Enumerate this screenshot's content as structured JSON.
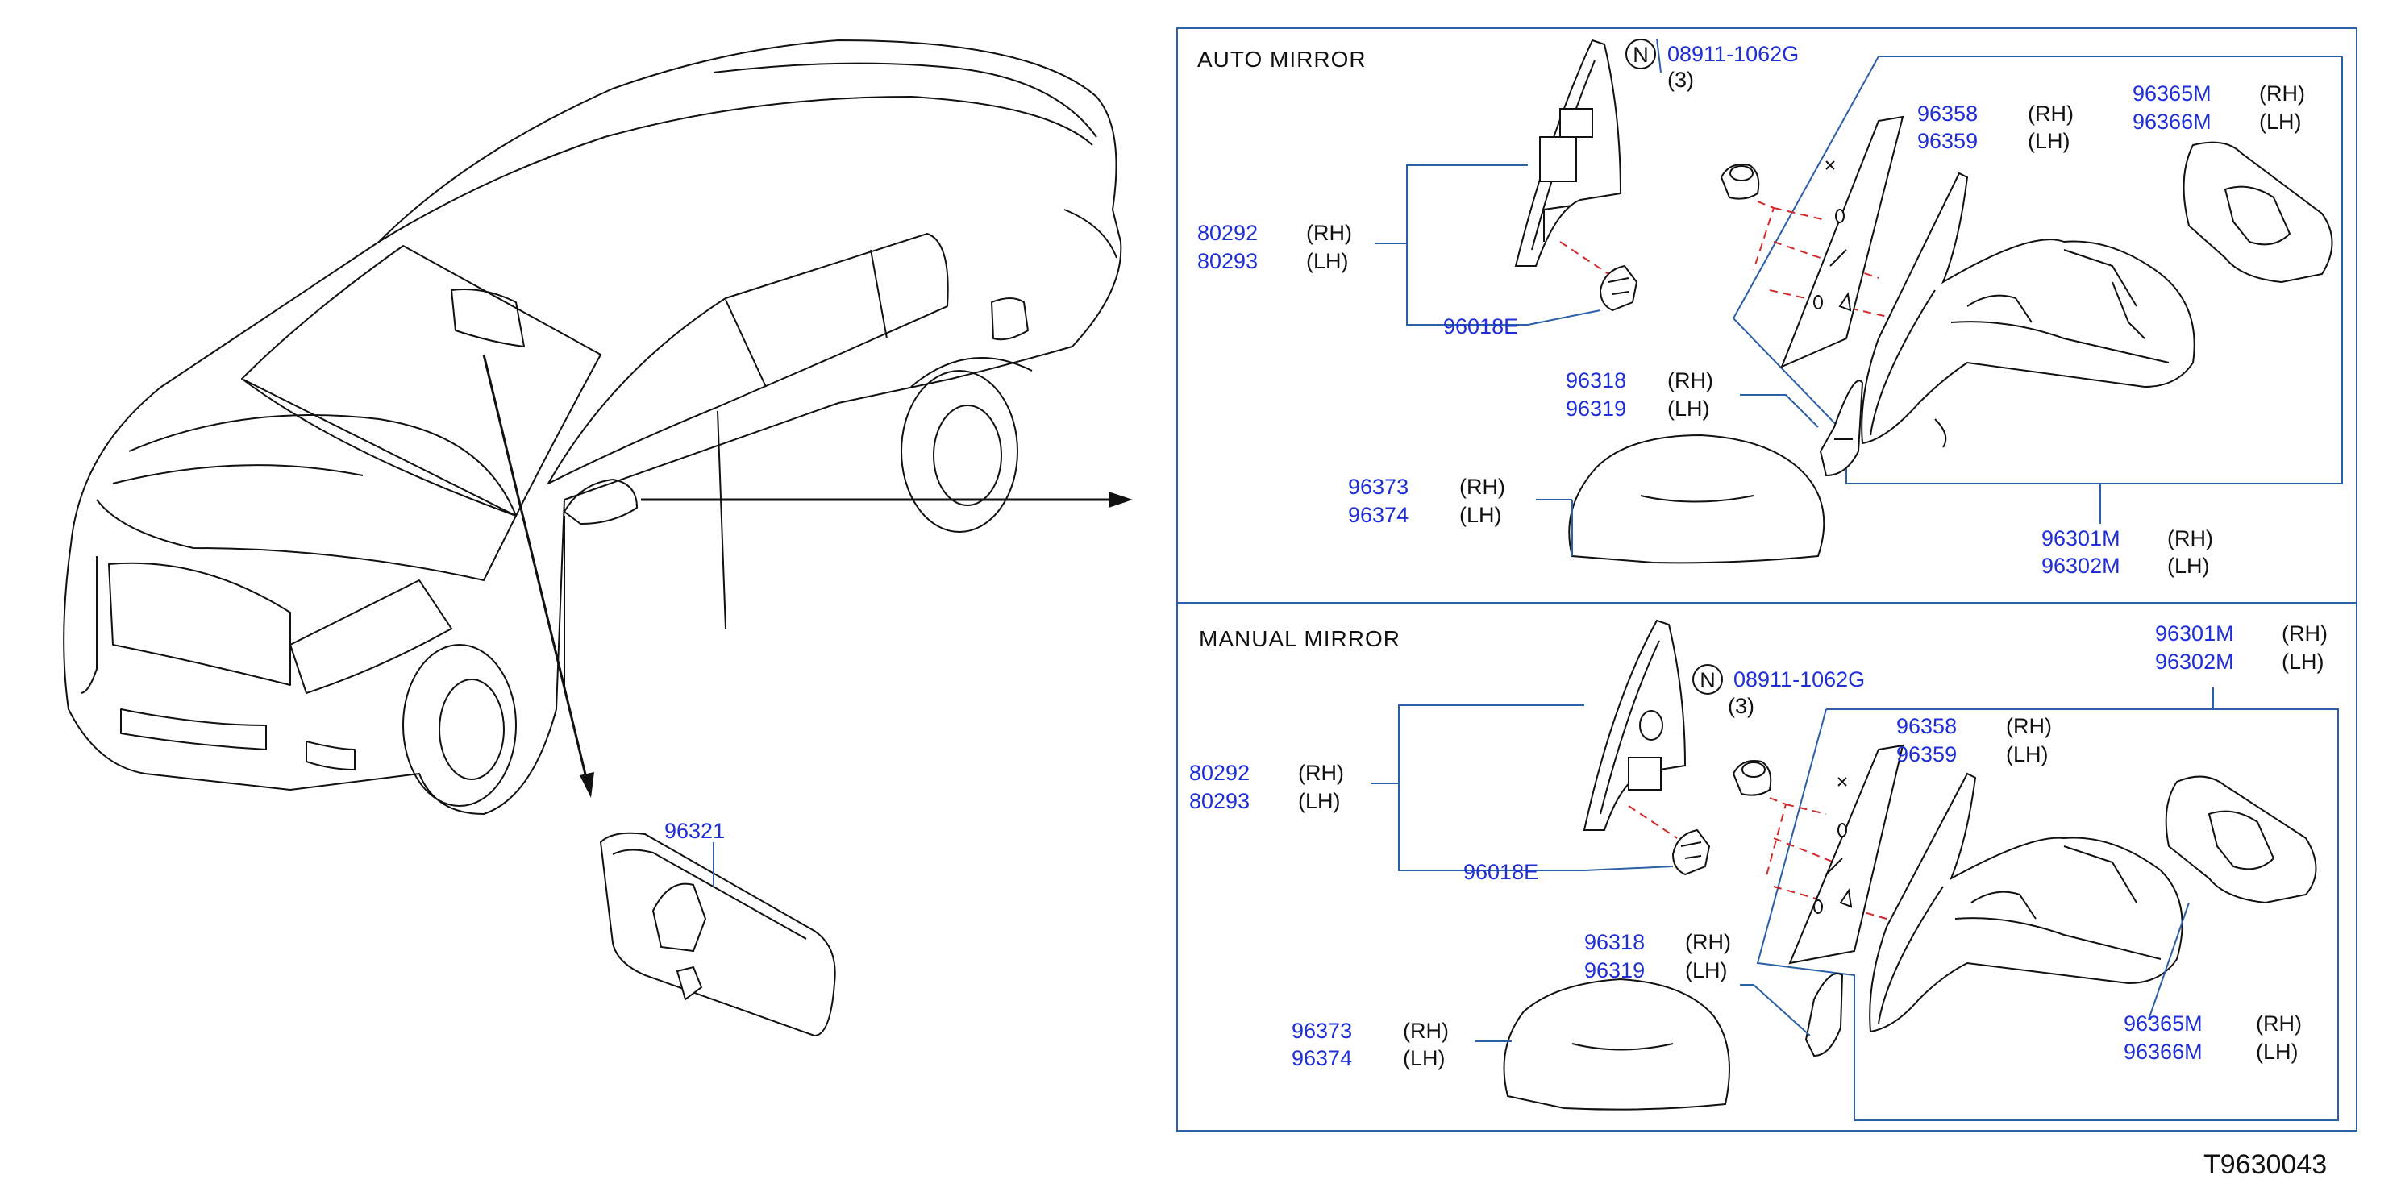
{
  "auto": {
    "title": "AUTO   MIRROR",
    "nut_symbol": "N",
    "nut_part": "08911-1062G",
    "nut_qty": "(3)",
    "housing": {
      "rh": "80292",
      "lh": "80293",
      "rh_tag": "(RH)",
      "lh_tag": "(LH)"
    },
    "motor": "96018E",
    "glass": {
      "rh": "96358",
      "lh": "96359",
      "rh_tag": "(RH)",
      "lh_tag": "(LH)"
    },
    "heater": {
      "rh": "96365M",
      "lh": "96366M",
      "rh_tag": "(RH)",
      "lh_tag": "(LH)"
    },
    "finisher": {
      "rh": "96318",
      "lh": "96319",
      "rh_tag": "(RH)",
      "lh_tag": "(LH)"
    },
    "cover": {
      "rh": "96373",
      "lh": "96374",
      "rh_tag": "(RH)",
      "lh_tag": "(LH)"
    },
    "assembly": {
      "rh": "96301M",
      "lh": "96302M",
      "rh_tag": "(RH)",
      "lh_tag": "(LH)"
    }
  },
  "manual": {
    "title": "MANUAL   MIRROR",
    "nut_symbol": "N",
    "nut_part": "08911-1062G",
    "nut_qty": "(3)",
    "housing": {
      "rh": "80292",
      "lh": "80293",
      "rh_tag": "(RH)",
      "lh_tag": "(LH)"
    },
    "motor": "96018E",
    "glass": {
      "rh": "96358",
      "lh": "96359",
      "rh_tag": "(RH)",
      "lh_tag": "(LH)"
    },
    "heater": {
      "rh": "96365M",
      "lh": "96366M",
      "rh_tag": "(RH)",
      "lh_tag": "(LH)"
    },
    "finisher": {
      "rh": "96318",
      "lh": "96319",
      "rh_tag": "(RH)",
      "lh_tag": "(LH)"
    },
    "cover": {
      "rh": "96373",
      "lh": "96374",
      "rh_tag": "(RH)",
      "lh_tag": "(LH)"
    },
    "assembly": {
      "rh": "96301M",
      "lh": "96302M",
      "rh_tag": "(RH)",
      "lh_tag": "(LH)"
    }
  },
  "inside_mirror": "96321",
  "diagram_code": "T9630043"
}
